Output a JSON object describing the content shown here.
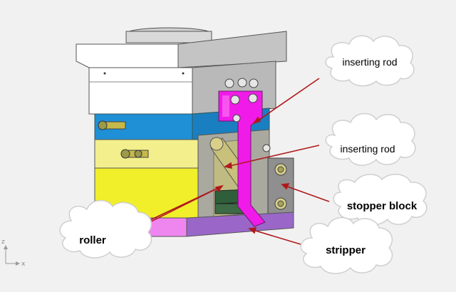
{
  "labels": [
    {
      "id": "inserting-rod-1",
      "text": "inserting rod"
    },
    {
      "id": "inserting-rod-2",
      "text": "inserting rod"
    },
    {
      "id": "stopper-block",
      "text": "stopper block"
    },
    {
      "id": "roller",
      "text": "roller"
    },
    {
      "id": "stripper",
      "text": "stripper"
    }
  ],
  "axis": {
    "z": "z",
    "x": "x"
  },
  "colors": {
    "plate_white": "#ffffff",
    "plate_blue": "#1f8fd6",
    "plate_yellow_light": "#f3ef8c",
    "plate_yellow": "#f1ee2a",
    "plate_gray": "#b7b7b7",
    "base_purple": "#9a67c9",
    "base_pink": "#ef86f0",
    "inserting_rod": "#f01be8",
    "roller": "#c9c07a",
    "stripper": "#3a5a3c",
    "arrow": "#b0191c"
  }
}
